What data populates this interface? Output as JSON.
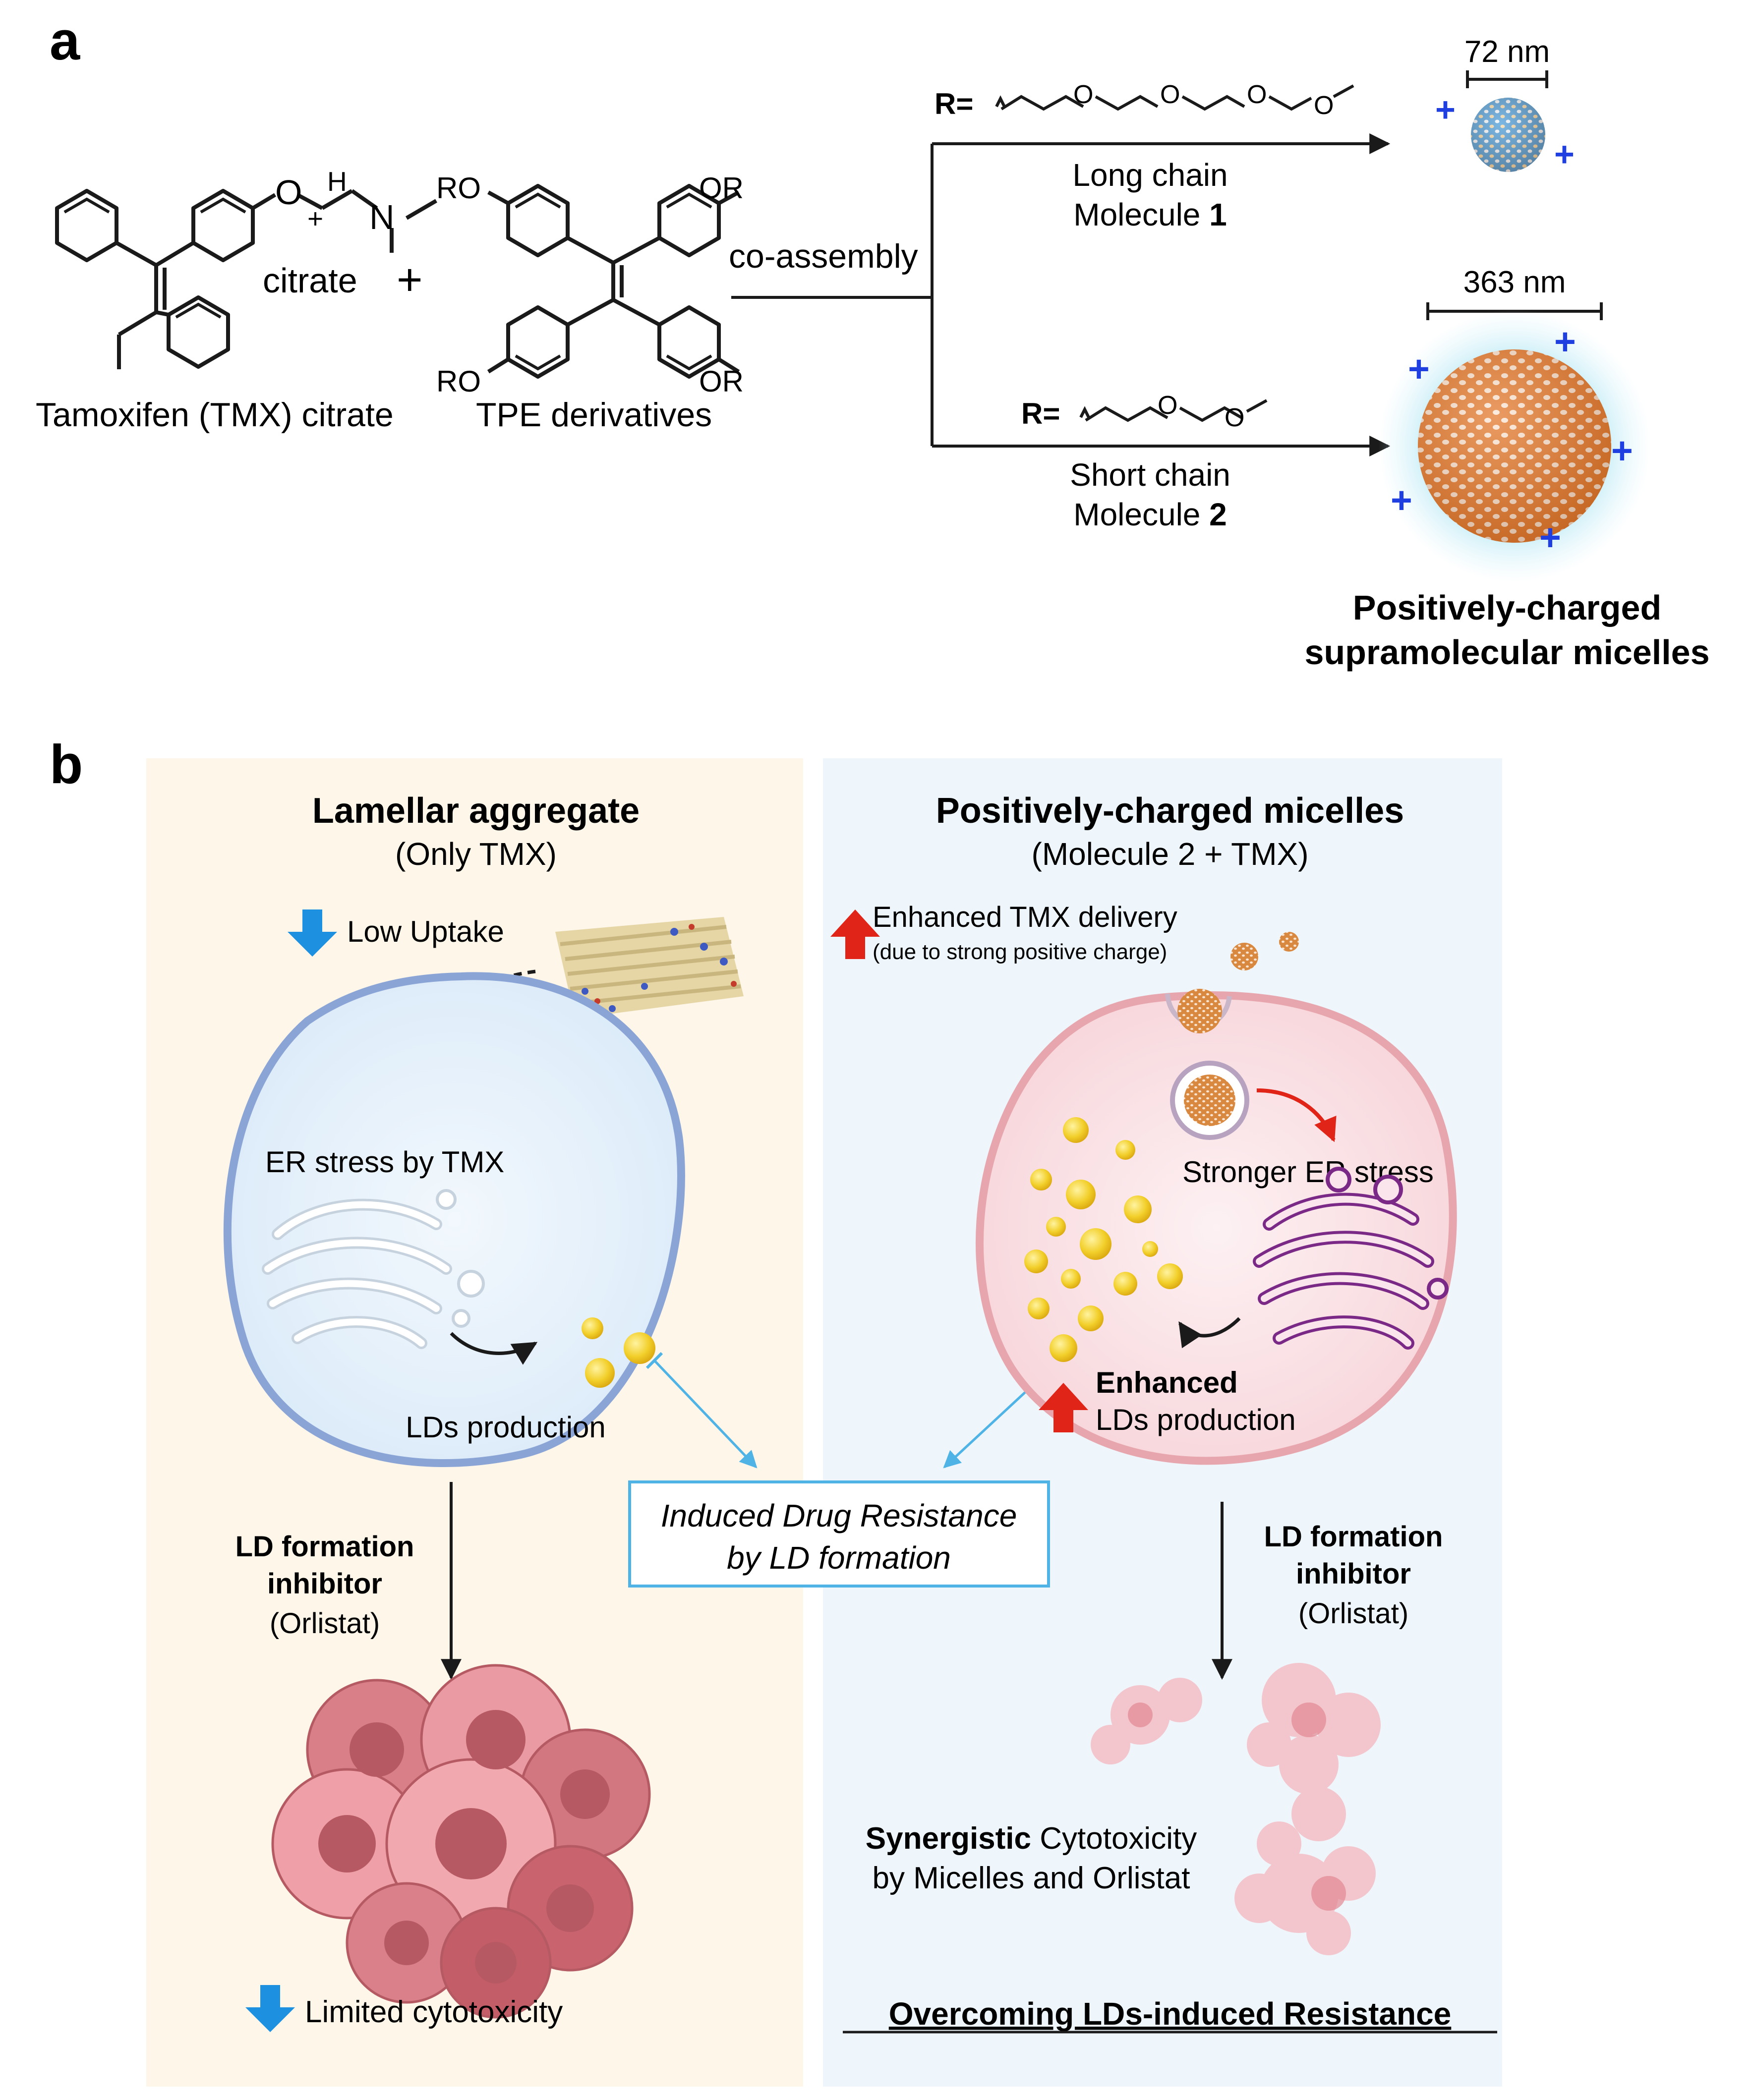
{
  "panel_a": {
    "label": "a",
    "tmx_counter": "citrate",
    "plus": "+",
    "tmx_caption": "Tamoxifen (TMX) citrate",
    "tpe_caption": "TPE derivatives",
    "or_label": "OR",
    "ro_label": "RO",
    "arrow_label": "co-assembly",
    "r_prefix": "R=",
    "long": {
      "line1": "Long chain",
      "line2_prefix": "Molecule ",
      "line2_num": "1",
      "size": "72 nm"
    },
    "short": {
      "line1": "Short chain",
      "line2_prefix": "Molecule ",
      "line2_num": "2",
      "size": "363 nm"
    },
    "charge": "+",
    "micelle_caption_1": "Positively-charged",
    "micelle_caption_2": "supramolecular micelles",
    "atoms": {
      "o": "O",
      "n": "N",
      "h": "H",
      "n_plus": "+"
    }
  },
  "panel_b": {
    "label": "b",
    "left": {
      "title": "Lamellar aggregate",
      "subtitle": "(Only TMX)",
      "uptake": "Low Uptake",
      "er_stress": "ER stress by TMX",
      "ld_production": "LDs production",
      "inhibitor_1": "LD formation",
      "inhibitor_2": "inhibitor",
      "inhibitor_3": "(Orlistat)",
      "outcome": "Limited cytotoxicity"
    },
    "right": {
      "title": "Positively-charged micelles",
      "subtitle": "(Molecule 2 + TMX)",
      "delivery_1": "Enhanced TMX delivery",
      "delivery_2": "(due to strong positive charge)",
      "er_stress": "Stronger ER stress",
      "ld_bold": "Enhanced",
      "ld_rest": "LDs production",
      "inhibitor_1": "LD formation",
      "inhibitor_2": "inhibitor",
      "inhibitor_3": "(Orlistat)",
      "synergy_bold": "Synergistic",
      "synergy_rest": " Cytotoxicity",
      "synergy_2": "by Micelles and Orlistat",
      "outcome": "Overcoming LDs-induced Resistance"
    },
    "center_1": "Induced Drug Resistance",
    "center_2": "by LD formation"
  },
  "colors": {
    "left_bg": "#fdf6e9",
    "right_bg": "#eef6fb",
    "cell_left": "#8aa4d6",
    "cell_right": "#e7a6ad",
    "blue_arrow": "#1e90e0",
    "red_arrow": "#e02418",
    "callout": "#4fb3e6",
    "ld_yellow": "#f2cf2a",
    "micelle_orange": "#e07a2e",
    "micelle_blue": "#4f9fda",
    "charge_blue": "#1f3fe0"
  }
}
